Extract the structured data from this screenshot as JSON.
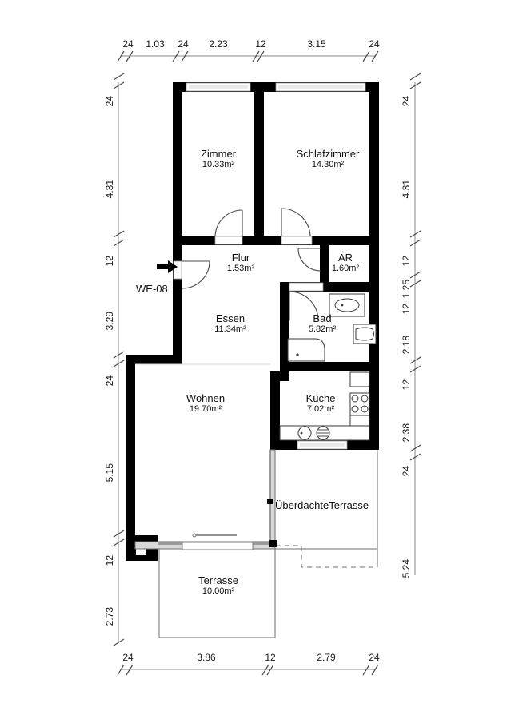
{
  "plan": {
    "unit_label": "WE-08",
    "rooms": [
      {
        "name": "Zimmer",
        "area": "10.33m²"
      },
      {
        "name": "Schlafzimmer",
        "area": "14.30m²"
      },
      {
        "name": "Flur",
        "area": "1.53m²"
      },
      {
        "name": "AR",
        "area": "1.60m²"
      },
      {
        "name": "Essen",
        "area": "11.34m²"
      },
      {
        "name": "Bad",
        "area": "5.82m²"
      },
      {
        "name": "Wohnen",
        "area": "19.70m²"
      },
      {
        "name": "Küche",
        "area": "7.02m²"
      },
      {
        "name": "Terrasse",
        "area": "10.00m²"
      }
    ],
    "covered_terrace_label": "ÜberdachteTerrasse",
    "dimensions": {
      "top": [
        "24",
        "1.03",
        "24",
        "2.23",
        "12",
        "3.15",
        "24"
      ],
      "bottom": [
        "24",
        "3.86",
        "12",
        "2.79",
        "24"
      ],
      "left": [
        "24",
        "4.31",
        "12",
        "3.29",
        "24",
        "5.15",
        "12",
        "2.73"
      ],
      "right": [
        "24",
        "4.31",
        "12",
        "1.25",
        "12",
        "2.18",
        "12",
        "2.38",
        "24",
        "5.24"
      ]
    },
    "colors": {
      "wall": "#000000",
      "dimension_line": "#8a8a8a",
      "thin_line": "#555555",
      "fixture": "#333333",
      "background": "#ffffff"
    }
  }
}
